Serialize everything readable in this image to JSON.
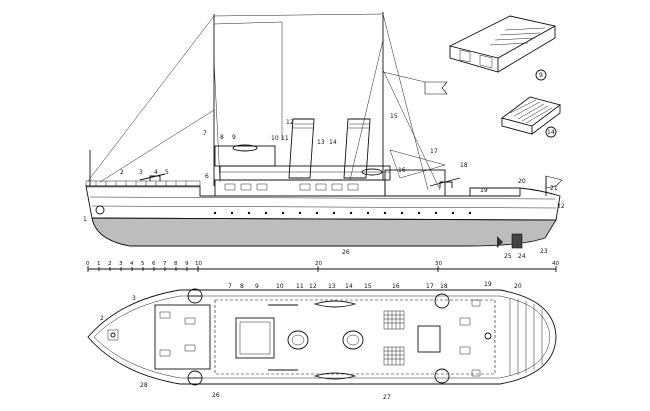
{
  "figure": {
    "side_labels": [
      "1",
      "2",
      "3",
      "4",
      "5",
      "6",
      "7",
      "8",
      "9",
      "10",
      "11",
      "12",
      "13",
      "14",
      "15",
      "16",
      "17",
      "18",
      "19",
      "20",
      "21",
      "22",
      "23",
      "24",
      "25",
      "26"
    ],
    "plan_labels": [
      "2",
      "3",
      "7",
      "8",
      "9",
      "10",
      "11",
      "12",
      "13",
      "14",
      "15",
      "16",
      "17",
      "18",
      "19",
      "20",
      "26",
      "27",
      "28"
    ],
    "inset_labels": [
      "9",
      "14"
    ],
    "scale_labels": [
      "0",
      "1",
      "2",
      "3",
      "4",
      "5",
      "6",
      "7",
      "8",
      "9",
      "10",
      "20",
      "30",
      "40"
    ]
  }
}
